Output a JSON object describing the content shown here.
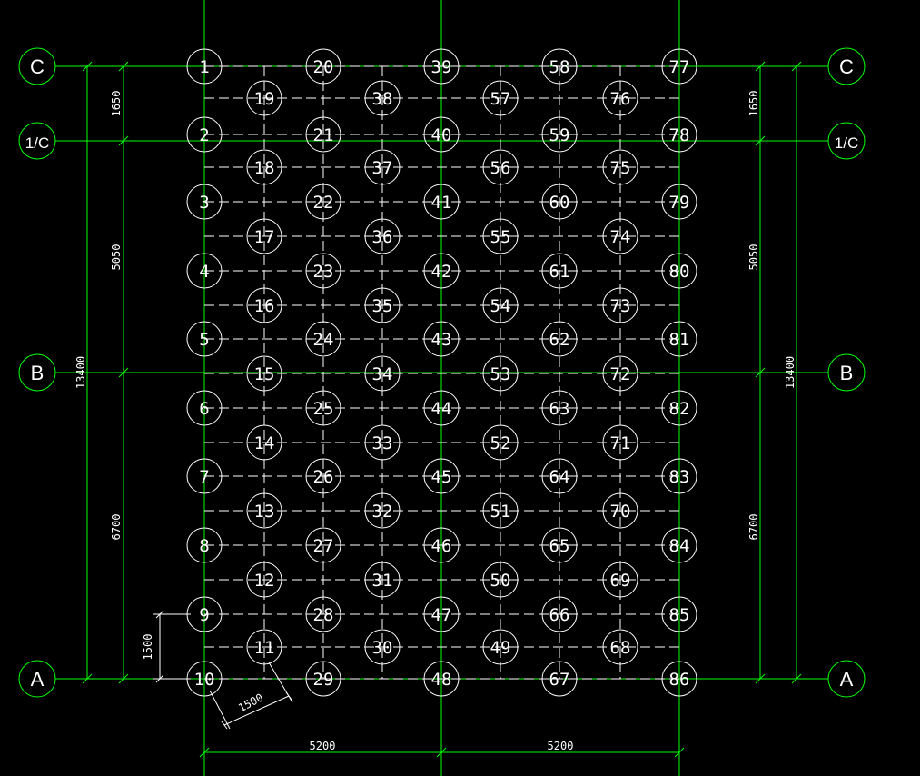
{
  "drawing": {
    "axes_horizontal": [
      {
        "label": "C"
      },
      {
        "label": "1/C"
      },
      {
        "label": "B"
      },
      {
        "label": "A"
      }
    ],
    "dimensions_left": [
      "1650",
      "5050",
      "6700",
      "13400"
    ],
    "dimensions_right": [
      "1650",
      "5050",
      "6700",
      "13400"
    ],
    "dimensions_bottom": [
      "5200",
      "5200"
    ],
    "pile_spacing_vertical": "1500",
    "pile_spacing_diagonal": "1500",
    "colors": {
      "grid": "#00ff00",
      "background": "#000000",
      "text": "#ffffff"
    }
  },
  "piles": {
    "column_1": [
      "1",
      "2",
      "3",
      "4",
      "5",
      "6",
      "7",
      "8",
      "9",
      "10"
    ],
    "column_2": [
      "19",
      "18",
      "17",
      "16",
      "15",
      "14",
      "13",
      "12",
      "11"
    ],
    "column_3": [
      "20",
      "21",
      "22",
      "23",
      "24",
      "25",
      "26",
      "27",
      "28",
      "29"
    ],
    "column_4": [
      "38",
      "37",
      "36",
      "35",
      "34",
      "33",
      "32",
      "31",
      "30"
    ],
    "column_5": [
      "39",
      "40",
      "41",
      "42",
      "43",
      "44",
      "45",
      "46",
      "47",
      "48"
    ],
    "column_6": [
      "57",
      "56",
      "55",
      "54",
      "53",
      "52",
      "51",
      "50",
      "49"
    ],
    "column_7": [
      "58",
      "59",
      "60",
      "61",
      "62",
      "63",
      "64",
      "65",
      "66",
      "67"
    ],
    "column_8": [
      "76",
      "75",
      "74",
      "73",
      "72",
      "71",
      "70",
      "69",
      "68"
    ],
    "column_9": [
      "77",
      "78",
      "79",
      "80",
      "81",
      "82",
      "83",
      "84",
      "85",
      "86"
    ]
  }
}
